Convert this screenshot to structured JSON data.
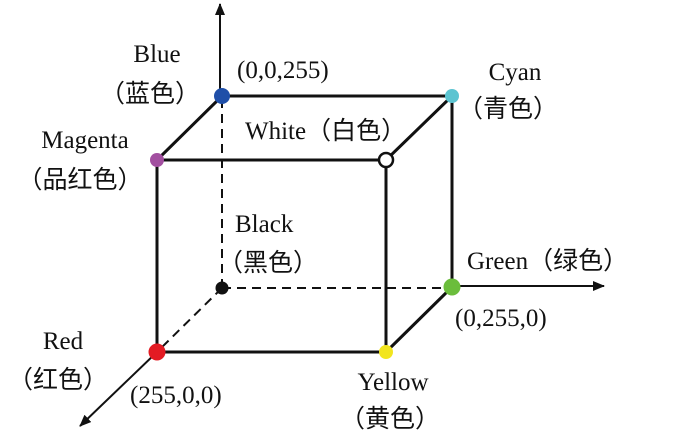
{
  "vertices": {
    "blue": {
      "name": "Blue",
      "cn": "（蓝色）",
      "coord": "(0,0,255)",
      "color": "#1f4fa8"
    },
    "cyan": {
      "name": "Cyan",
      "cn": "（青色）",
      "color": "#5cc4d1"
    },
    "magenta": {
      "name": "Magenta",
      "cn": "（品红色）",
      "color": "#a24fa0"
    },
    "white": {
      "name": "White（白色）",
      "color": "#ffffff"
    },
    "black": {
      "name": "Black",
      "cn": "（黑色）",
      "color": "#111111"
    },
    "green": {
      "name": "Green（绿色）",
      "coord": "(0,255,0)",
      "color": "#6bbd3c"
    },
    "red": {
      "name": "Red",
      "cn": "（红色）",
      "coord": "(255,0,0)",
      "color": "#e31b23"
    },
    "yellow": {
      "name": "Yellow",
      "cn": "（黄色）",
      "color": "#f2e51e"
    }
  }
}
